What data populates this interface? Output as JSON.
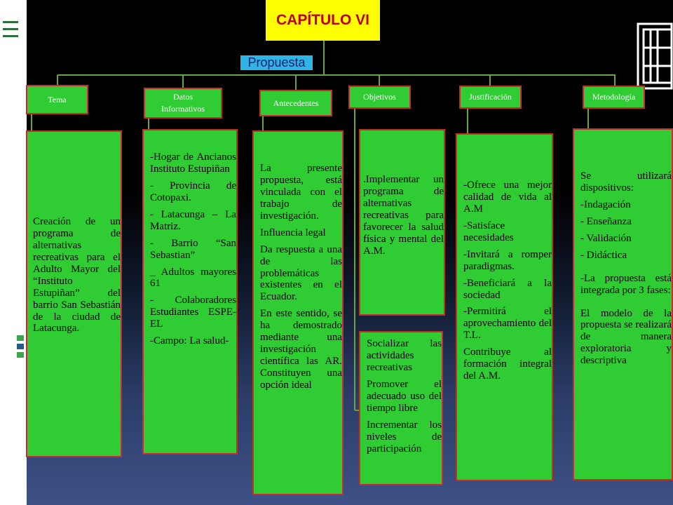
{
  "title": "CAPÍTULO VI",
  "subtitle": "Propuesta",
  "columns": [
    {
      "header": "Tema",
      "paragraphs": [
        "Creación de un programa de alternativas recreativas para el Adulto Mayor del “Instituto Estupiñan” del barrio San Sebastián de la ciudad de Latacunga."
      ]
    },
    {
      "header": "Datos Informativos",
      "paragraphs": [
        "-Hogar de Ancianos Instituto Estupiñan",
        "- Provincia de Cotopaxi.",
        "- Latacunga – La Matriz.",
        "- Barrio “San Sebastian”",
        "_ Adultos mayores 61",
        "- Colaboradores Estudiantes ESPE-EL",
        "-Campo: La salud-"
      ]
    },
    {
      "header": "Antecedentes",
      "paragraphs": [
        "La presente propuesta, está vinculada con el trabajo de investigación.",
        "Influencia legal",
        "Da respuesta a una de las problemáticas existentes en el Ecuador.",
        "En este sentido, se ha demostrado mediante una investigación científica las AR. Constituyen una opción ideal"
      ]
    },
    {
      "header": "Objetivos",
      "paragraphs": [
        ".Implementar un programa de alternativas recreativas para favorecer la salud física y mental del A.M."
      ],
      "paragraphs2": [
        "Socializar las actividades recreativas",
        "Promover el adecuado uso del tiempo libre",
        "Incrementar los niveles de participación"
      ]
    },
    {
      "header": "Justificación",
      "paragraphs": [
        "-Ofrece una mejor calidad de vida al A.M",
        "-Satisface necesidades",
        "-Invitará a romper paradigmas.",
        "-Beneficiará a la sociedad",
        "-Permitirá el aprovechamiento del T.L.",
        "Contribuye al formación integral del A.M."
      ]
    },
    {
      "header": "Metodología",
      "paragraphs": [
        "Se utilizará dispositivos:",
        "-Indagación",
        "- Enseñanza",
        "- Validación",
        "- Didáctica",
        "-La propuesta está integrada por 3 fases:",
        "El modelo de la propuesta se realizará de manera exploratoria y descriptiva"
      ]
    }
  ]
}
